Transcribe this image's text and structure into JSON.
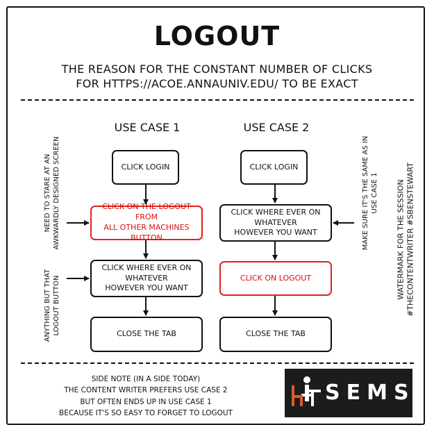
{
  "header": {
    "title": "LOGOUT",
    "subtitle_line1": "THE REASON FOR THE CONSTANT NUMBER OF CLICKS",
    "subtitle_line2": "FOR HTTPS://ACOE.ANNAUNIV.EDU/ TO BE EXACT"
  },
  "use_case_1": {
    "heading": "USE CASE 1",
    "steps": [
      "CLICK LOGIN",
      "CLICK ON THE LOGOUT FROM\nALL OTHER MACHINES BUTTON",
      "CLICK WHERE EVER ON\nWHATEVER\nHOWEVER YOU WANT",
      "CLOSE THE TAB"
    ],
    "note_1": [
      "NEED TO STARE AT AN",
      "AWKWARDLY DESIGNED SCREEN"
    ],
    "note_2": [
      "ANYTHING BUT THAT",
      "LOGOUT BUTTON"
    ]
  },
  "use_case_2": {
    "heading": "USE CASE 2",
    "steps": [
      "CLICK LOGIN",
      "CLICK WHERE EVER ON\nWHATEVER\nHOWEVER YOU WANT",
      "CLICK ON LOGOUT",
      "CLOSE THE TAB"
    ],
    "note_1": [
      "MAKE SURE IT'S THE SAME AS IN",
      "USE CASE 1"
    ]
  },
  "watermark": [
    "WATERMARK FOR THE SESSION",
    "#THECONTENTWRITER #SBENSTEWART"
  ],
  "side_note": [
    "SIDE NOTE (IN A SIDE TODAY)",
    "THE CONTENT WRITER PREFERS USE CASE 2",
    "BUT OFTEN ENDS UP IN USE CASE 1",
    "BECAUSE IT'S SO EASY TO FORGET TO LOGOUT"
  ],
  "logo": {
    "text": "SEMS"
  },
  "colors": {
    "ink": "#111111",
    "highlight": "#e02020",
    "logo_bg": "#1b1c1e",
    "logo_accent": "#e0592a"
  }
}
